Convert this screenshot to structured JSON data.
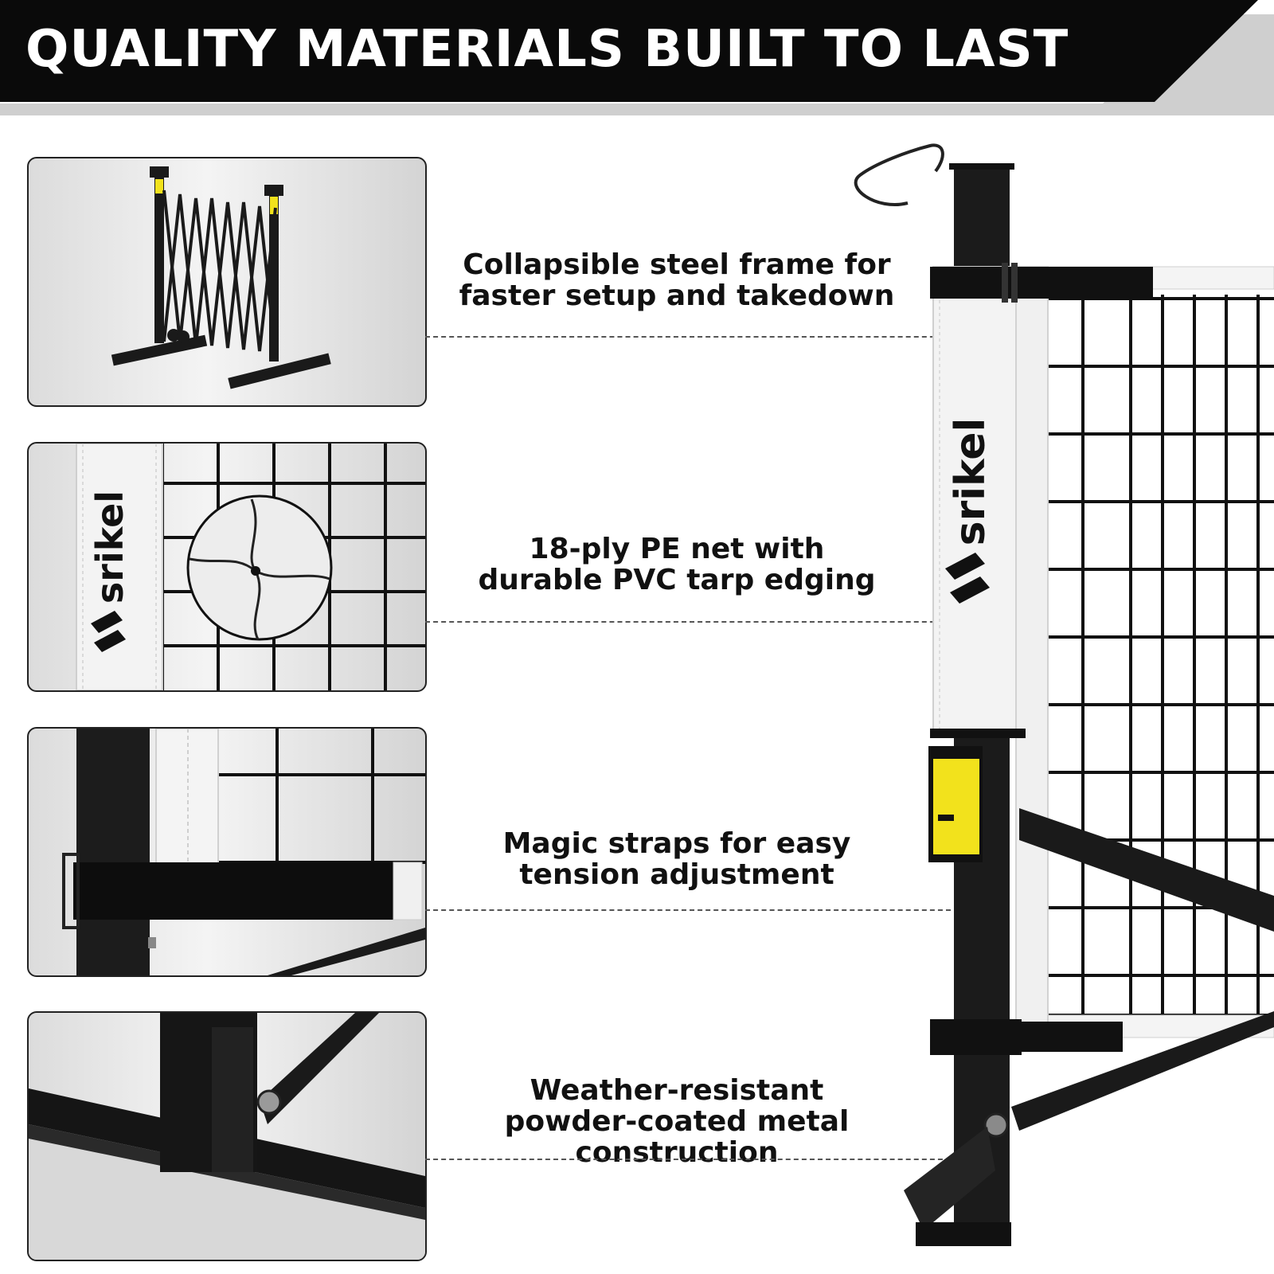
{
  "header": {
    "title": "QUALITY MATERIALS BUILT TO LAST"
  },
  "features": [
    {
      "line1": "Collapsible steel frame for",
      "line2": "faster setup and takedown"
    },
    {
      "line1": "18-ply PE net with",
      "line2": "durable PVC tarp edging"
    },
    {
      "line1": "Magic straps for easy",
      "line2": "tension adjustment"
    },
    {
      "line1": "Weather-resistant",
      "line2": "powder-coated metal construction"
    }
  ],
  "brand": {
    "name": "srikel"
  },
  "colors": {
    "banner": "#0a0a0a",
    "accent_gray": "#cfcfcf",
    "warning_label": "#f2e21c",
    "frame": "#1a1a1a"
  }
}
